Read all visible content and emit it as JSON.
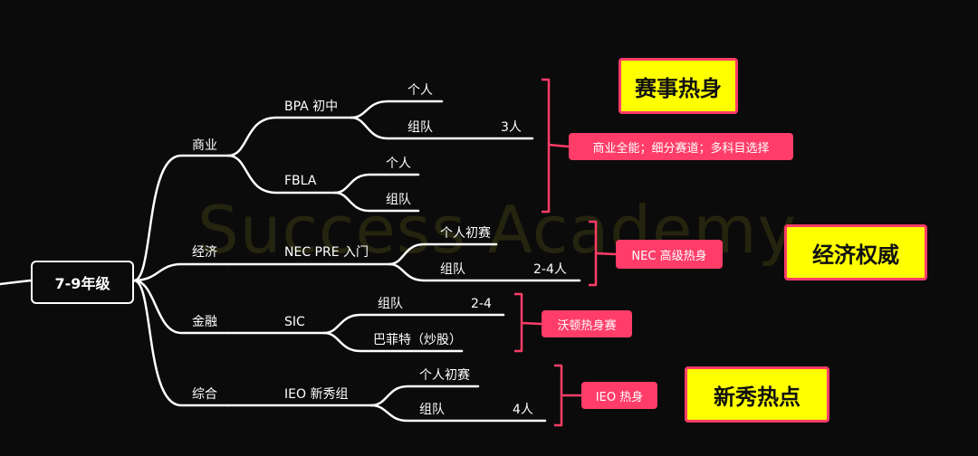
{
  "watermark": "Success Academy",
  "root": {
    "label": "7-9年级"
  },
  "categories": [
    {
      "label": "商业"
    },
    {
      "label": "经济"
    },
    {
      "label": "金融"
    },
    {
      "label": "综合"
    }
  ],
  "competitions": [
    {
      "label": "BPA 初中"
    },
    {
      "label": "FBLA"
    },
    {
      "label": "NEC PRE 入门"
    },
    {
      "label": "SIC"
    },
    {
      "label": "IEO 新秀组"
    }
  ],
  "leaves": {
    "bpa_individual": "个人",
    "bpa_team": "组队",
    "bpa_team_size": "3人",
    "fbla_individual": "个人",
    "fbla_team": "组队",
    "nec_individual": "个人初赛",
    "nec_team": "组队",
    "nec_team_size": "2-4人",
    "sic_team": "组队",
    "sic_team_size": "2-4",
    "sic_buffett": "巴菲特（炒股）",
    "ieo_individual": "个人初赛",
    "ieo_team": "组队",
    "ieo_team_size": "4人"
  },
  "pills": {
    "business": "商业全能；细分赛道；多科目选择",
    "nec": "NEC 高级热身",
    "sic": "沃顿热身赛",
    "ieo": "IEO 热身"
  },
  "callouts": {
    "business": "赛事热身",
    "economics": "经济权威",
    "ieo": "新秀热点"
  },
  "colors": {
    "background": "#0b0b0b",
    "accent": "#ff3d68",
    "highlight": "#ffff00",
    "line": "#ffffff"
  }
}
